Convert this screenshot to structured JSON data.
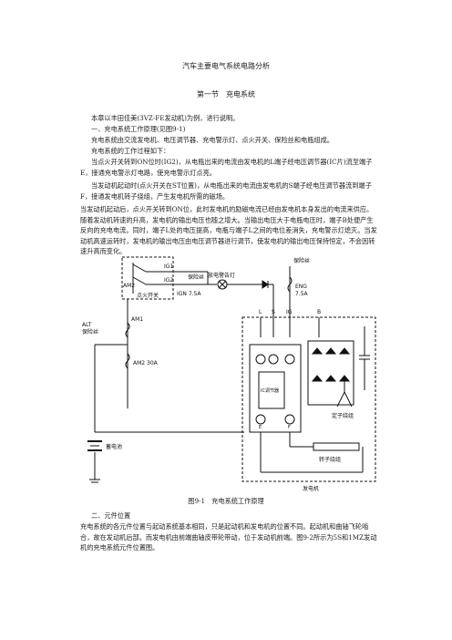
{
  "doc": {
    "title": "汽车主要电气系统电路分析",
    "section": "第一节　充电系统",
    "intro": "本章以丰田佳美(3VZ-FE发动机)为例，进行说明。",
    "h1": "一、充电系统工作原理(见图9-1)",
    "p1": "充电系统由交流发电机、电压调节器、充电警示灯、点火开关、保险丝和电瓶组成。",
    "p2": "充电系统的工作过程如下：",
    "p3": "当点火开关转到ON位时(IG2)，从电瓶出来的电流由发电机的L端子经电压调节器(IC片)流至端子E，接通充电警示灯电路，使充电警示灯点亮。",
    "p4": "当发动机起动时(点火开关在ST位置)，从电瓶出来的电流由发电机的S端子经电压调节器流到端子F，接通发电机转子绕组，产生发电机所需的磁场。",
    "p5": "当发动机起动后，点火开关转到ON位，此时发电机的励磁电流已经由发电机本身发出的电流来供应。随着发动机转速的升高，发电机的输出电压也随之增大。当输出电压大于电瓶电压时，端子B处便产生反向的充电电流。同时，端子L处的电压提高，电瓶与端子L之间的电位差消失，充电警示灯熄灭。当发动机高速运转时，发电机的输出电压由电压调节器进行调节，使发电机的输出电压保持恒定，不会因转速升高而变化。",
    "caption": "图9-1　充电系统工作原理",
    "h2": "二、元件位置",
    "p6": "充电系统的各元件位置与起动系统基本相同，只是起动机和发电机的位置不同。起动机和曲轴飞轮啮合，故在发动机后部。而发电机由前端曲轴皮带轮带动，位于发动机前端。图9-2所示为5S和1MZ发动机的充电系统元件位置图。"
  },
  "diagram": {
    "IG1": "IG1",
    "IG2": "IG2",
    "AM2": "AM2",
    "ignition_switch": "点火开关",
    "fuse": "保险丝",
    "warning_lamp": "放电警告灯",
    "IGN": "IGN 7.5A",
    "ENG_fuse": "保险丝",
    "ENG": "ENG",
    "ENG_amp": "7.5A",
    "AM1": "AM1",
    "ALT": "ALT",
    "ALT_fuse": "保险丝",
    "AM2_30A": "AM2 30A",
    "battery": "蓄电池",
    "terminal_L": "L",
    "terminal_S": "S",
    "terminal_IG": "IG",
    "terminal_B": "B",
    "terminal_E": "E",
    "terminal_F": "F",
    "ic_regulator": "IC调节器",
    "stator": "定子绕组",
    "rotor": "转子绕组",
    "alternator": "发电机"
  }
}
